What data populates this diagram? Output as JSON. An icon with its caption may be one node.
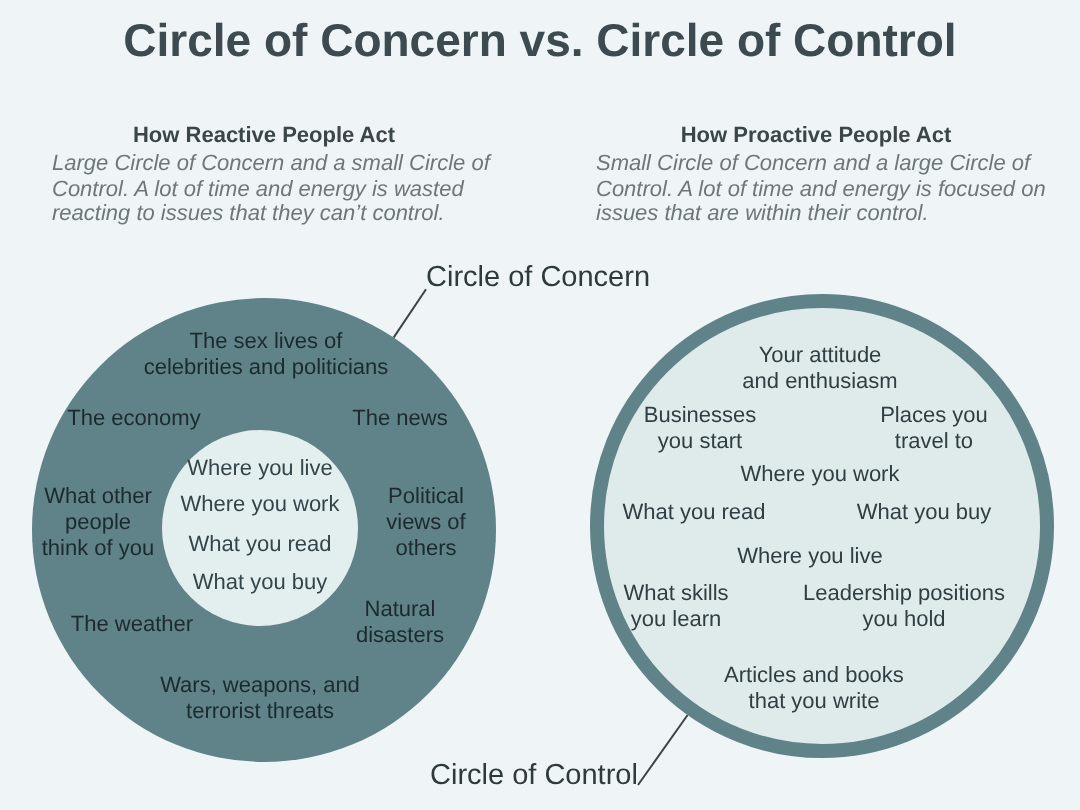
{
  "diagram": {
    "title": "Circle of Concern vs. Circle of Control",
    "nodes": [
      {
        "text": [
          "Circle of Concern"
        ]
      },
      {
        "text": [
          "The sex lives of celebrities and politicians",
          "The economy",
          "The news",
          "What other people think of you",
          "Political views of others",
          "The weather",
          "Natural disasters",
          "Wars, weapons, and terrorist threats"
        ]
      },
      {
        "text": [
          "Where you live",
          "Where you work",
          "What you read",
          "What you buy"
        ],
        "in": 1
      },
      {
        "text": [
          "Your attitude and enthusiasm",
          "Businesses you start",
          "Places you travel to",
          "Where you work",
          "What you read",
          "What you buy",
          "Where you live",
          "What skills you learn",
          "Leadership positions you hold",
          "Articles and books that you write"
        ]
      },
      {
        "text": [
          "Circle of Control"
        ]
      }
    ],
    "edges": [
      {
        "from": 0,
        "to": 1,
        "arrow": "none"
      },
      {
        "from": 4,
        "to": 3,
        "arrow": "none"
      }
    ],
    "labels": [
      "How Reactive People Act",
      "Large Circle of Concern and a small Circle of Control. A lot of time and energy is wasted reacting to issues that they can’t control.",
      "How Proactive People Act",
      "Small Circle of Concern and a large Circle of Control. A lot of time and energy is focused on issues that are within their control."
    ]
  }
}
